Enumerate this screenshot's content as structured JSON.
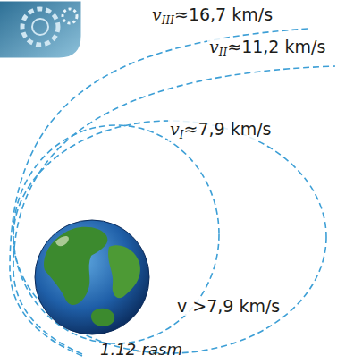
{
  "diagram": {
    "caption": "1.12-rasm",
    "labels": [
      "v",
      "III",
      "≈16,7 km/s",
      "v",
      "II",
      "≈11,2 km/s",
      "v",
      "I",
      "≈7,9 km/s",
      "v >7,9 km/s"
    ]
  }
}
